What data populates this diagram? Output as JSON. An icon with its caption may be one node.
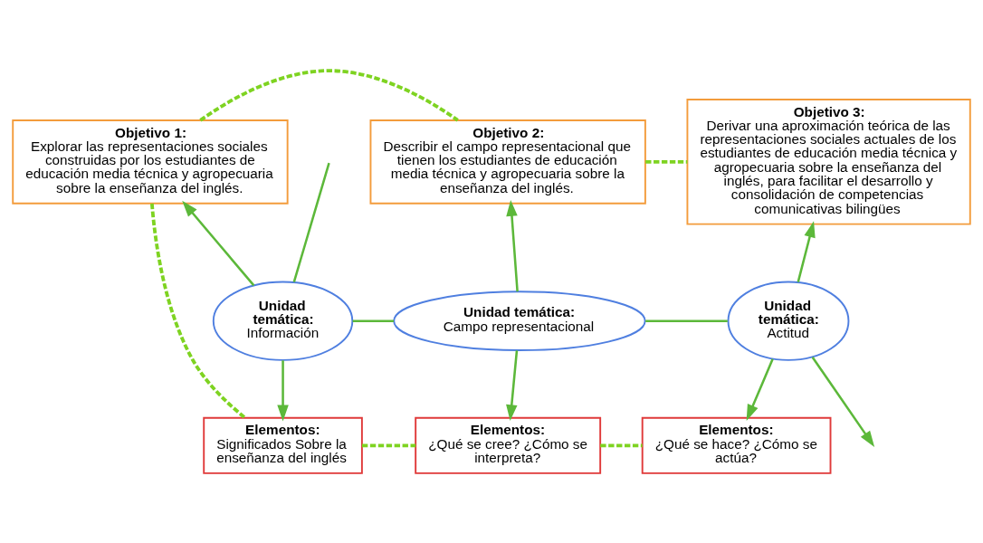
{
  "diagram": {
    "nodes": [
      {
        "text": [
          "Objetivo 1:",
          "Explorar las representaciones sociales construidas por los estudiantes de educación media técnica y agropecuaria sobre la enseñanza del inglés."
        ]
      },
      {
        "text": [
          "Objetivo 2:",
          "Describir el campo representacional que tienen los estudiantes de educación media técnica y agropecuaria sobre la enseñanza del inglés."
        ]
      },
      {
        "text": [
          "Objetivo 3:",
          "Derivar una aproximación teórica de las representaciones sociales actuales de los estudiantes de educación media técnica y agropecuaria sobre la enseñanza del inglés, para facilitar el desarrollo y consolidación de competencias comunicativas bilingües"
        ]
      },
      {
        "text": [
          "Unidad temática:",
          "Información"
        ]
      },
      {
        "text": [
          "Unidad temática:",
          "Campo representacional"
        ]
      },
      {
        "text": [
          "Unidad temática:",
          "Actitud"
        ]
      },
      {
        "text": [
          "Elementos:",
          "Significados Sobre la enseñanza del inglés"
        ]
      },
      {
        "text": [
          "Elementos:",
          "¿Qué se cree? ¿Cómo se interpreta?"
        ]
      },
      {
        "text": [
          "Elementos:",
          "¿Qué se hace? ¿Cómo se actúa?"
        ]
      }
    ],
    "edges": [
      {
        "from": 3,
        "to": 0,
        "arrow": "to"
      },
      {
        "from": 4,
        "to": 1,
        "arrow": "to"
      },
      {
        "from": 5,
        "to": 2,
        "arrow": "to"
      },
      {
        "from": 3,
        "to": 6,
        "arrow": "to"
      },
      {
        "from": 4,
        "to": 7,
        "arrow": "to"
      },
      {
        "from": 5,
        "to": 8,
        "arrow": "to"
      },
      {
        "from": null,
        "to": 3,
        "arrow": "none"
      },
      {
        "from": 3,
        "to": 4,
        "arrow": "none"
      },
      {
        "from": 4,
        "to": 5,
        "arrow": "none"
      },
      {
        "from": 5,
        "to": null,
        "arrow": "to"
      },
      {
        "from": 0,
        "to": 1,
        "arrow": "none",
        "style": "dashed",
        "color": "#7ed321"
      },
      {
        "from": 1,
        "to": 2,
        "arrow": "none",
        "style": "dashed",
        "color": "#7ed321"
      },
      {
        "from": 0,
        "to": 6,
        "arrow": "none",
        "style": "dashed",
        "color": "#7ed321"
      },
      {
        "from": 6,
        "to": 7,
        "arrow": "none",
        "style": "dashed",
        "color": "#7ed321"
      },
      {
        "from": 7,
        "to": 8,
        "arrow": "none",
        "style": "dashed",
        "color": "#7ed321"
      }
    ]
  }
}
